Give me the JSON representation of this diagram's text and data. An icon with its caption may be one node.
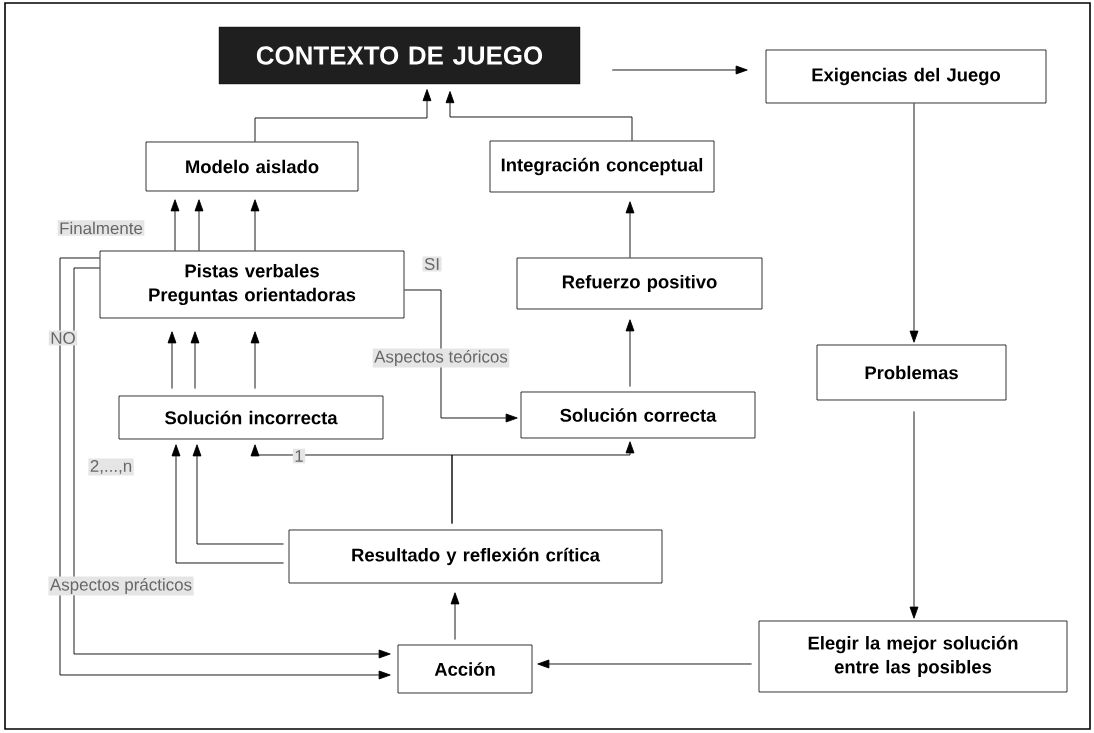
{
  "diagram": {
    "nodes": [
      {
        "text": [
          "CONTEXTO DE JUEGO"
        ]
      },
      {
        "text": [
          "Exigencias del Juego"
        ]
      },
      {
        "text": [
          "Modelo aislado"
        ]
      },
      {
        "text": [
          "Integración conceptual"
        ]
      },
      {
        "text": [
          "Pistas verbales",
          "Preguntas orientadoras"
        ]
      },
      {
        "text": [
          "Refuerzo positivo"
        ]
      },
      {
        "text": [
          "Problemas"
        ]
      },
      {
        "text": [
          "Solución incorrecta"
        ]
      },
      {
        "text": [
          "Solución correcta"
        ]
      },
      {
        "text": [
          "Resultado y reflexión crítica"
        ]
      },
      {
        "text": [
          "Acción"
        ]
      },
      {
        "text": [
          "Elegir la mejor solución entre las posibles"
        ]
      }
    ],
    "edges": [
      {
        "from": 0,
        "to": 1,
        "arrow": "to"
      },
      {
        "from": 2,
        "to": 0,
        "arrow": "to"
      },
      {
        "from": 3,
        "to": 0,
        "arrow": "to"
      },
      {
        "from": 4,
        "to": 2,
        "arrow": "to"
      },
      {
        "from": 4,
        "to": 2,
        "arrow": "to"
      },
      {
        "from": 4,
        "to": 2,
        "arrow": "to"
      },
      {
        "from": 5,
        "to": 3,
        "arrow": "to"
      },
      {
        "from": 8,
        "to": 5,
        "arrow": "to"
      },
      {
        "from": 4,
        "to": 8,
        "arrow": "to",
        "label": "Aspectos teóricos"
      },
      {
        "from": 7,
        "to": 4,
        "arrow": "to"
      },
      {
        "from": 7,
        "to": 4,
        "arrow": "to"
      },
      {
        "from": 7,
        "to": 4,
        "arrow": "to"
      },
      {
        "from": 9,
        "to": 7,
        "arrow": "to"
      },
      {
        "from": 9,
        "to": 8,
        "arrow": "to"
      },
      {
        "from": 9,
        "to": 7,
        "arrow": "to"
      },
      {
        "from": 9,
        "to": 7,
        "arrow": "to"
      },
      {
        "from": 10,
        "to": 9,
        "arrow": "to"
      },
      {
        "from": 11,
        "to": 10,
        "arrow": "to"
      },
      {
        "from": 1,
        "to": 6,
        "arrow": "to"
      },
      {
        "from": 6,
        "to": 11,
        "arrow": "to"
      },
      {
        "from": 4,
        "to": 10,
        "arrow": "to"
      },
      {
        "from": 4,
        "to": 10,
        "arrow": "to"
      }
    ],
    "labels": [
      "Finalmente",
      "SI",
      "NO",
      "2,...,n",
      "1",
      "Aspectos prácticos"
    ]
  }
}
